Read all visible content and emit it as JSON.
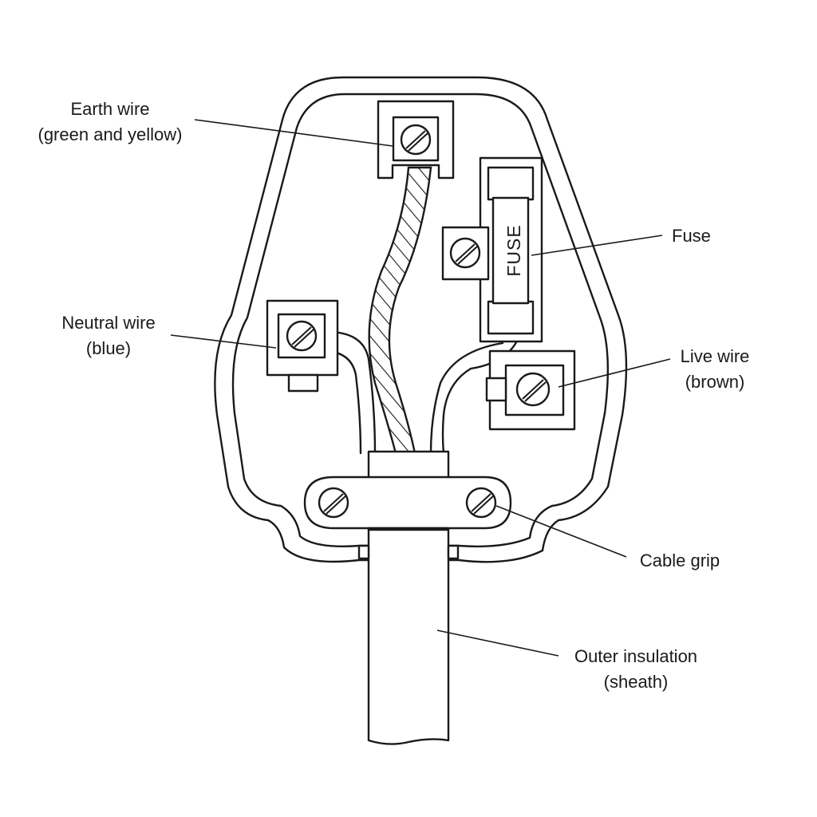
{
  "labels": {
    "earth": [
      "Earth wire",
      "(green and yellow)"
    ],
    "neutral": [
      "Neutral wire",
      "(blue)"
    ],
    "fuse": [
      "Fuse"
    ],
    "live": [
      "Live wire",
      "(brown)"
    ],
    "grip": [
      "Cable grip"
    ],
    "sheath": [
      "Outer insulation",
      "(sheath)"
    ]
  },
  "fuse_text": "FUSE"
}
